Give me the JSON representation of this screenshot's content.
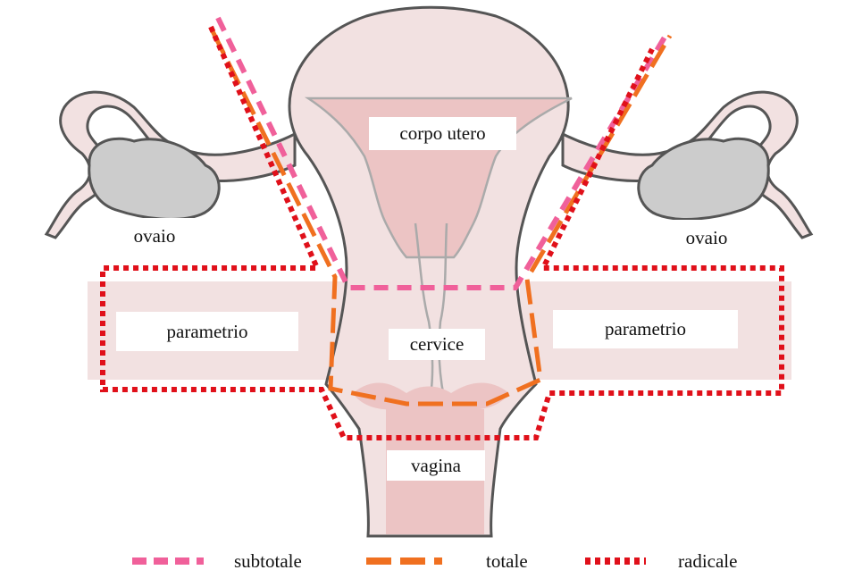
{
  "labels": {
    "corpus": "corpo utero",
    "ovary_left": "ovaio",
    "ovary_right": "ovaio",
    "parametrium_left": "parametrio",
    "parametrium_right": "parametrio",
    "cervix": "cervice",
    "vagina": "vagina"
  },
  "legend": {
    "subtotal": "subtotale",
    "total": "totale",
    "radical": "radicale"
  },
  "colors": {
    "tissue": "#f2e1e1",
    "tissue_dark": "#ecc4c4",
    "outline": "#555555",
    "ovary": "#cccccc",
    "subtotal": "#f0609a",
    "total": "#f07020",
    "radical": "#e0101a"
  }
}
